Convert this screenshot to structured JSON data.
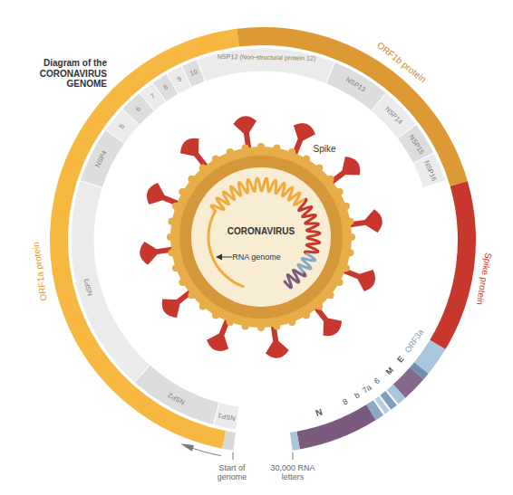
{
  "diagram": {
    "title": "Diagram of the CORONAVIRUS GENOME",
    "nodes": [
      {
        "text": [
          "ORF1a protein"
        ]
      },
      {
        "text": [
          "ORF1b protein"
        ]
      },
      {
        "text": [
          "Spike protein"
        ]
      },
      {
        "text": [
          "ORF3a"
        ]
      },
      {
        "text": [
          "E"
        ]
      },
      {
        "text": [
          "M"
        ]
      },
      {
        "text": [
          "6"
        ]
      },
      {
        "text": [
          "7a"
        ]
      },
      {
        "text": [
          "b"
        ]
      },
      {
        "text": [
          "8"
        ]
      },
      {
        "text": [
          "N"
        ]
      },
      {
        "text": [
          "NSP1"
        ]
      },
      {
        "text": [
          "NSP2"
        ]
      },
      {
        "text": [
          "NSP3"
        ]
      },
      {
        "text": [
          "NSP4"
        ]
      },
      {
        "text": [
          "5"
        ]
      },
      {
        "text": [
          "6"
        ]
      },
      {
        "text": [
          "7"
        ]
      },
      {
        "text": [
          "8"
        ]
      },
      {
        "text": [
          "9"
        ]
      },
      {
        "text": [
          "10"
        ]
      },
      {
        "text": [
          "NSP12 (Non-structural protein 12)"
        ]
      },
      {
        "text": [
          "NSP13"
        ]
      },
      {
        "text": [
          "NSP14"
        ]
      },
      {
        "text": [
          "NSP15"
        ]
      },
      {
        "text": [
          "NSP16"
        ]
      },
      {
        "text": [
          "CORONAVIRUS"
        ]
      }
    ],
    "labels": [
      "Spike",
      "RNA genome",
      "Start of genome",
      "30,000 RNA letters"
    ]
  }
}
